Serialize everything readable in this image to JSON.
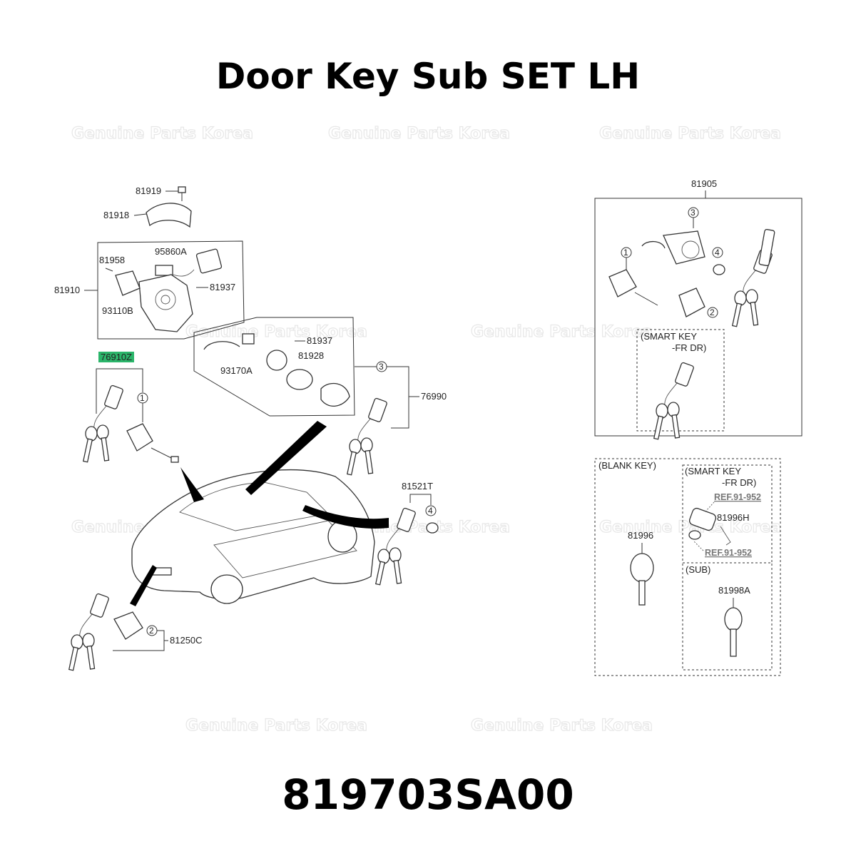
{
  "title": "Door Key Sub SET LH",
  "part_number": "819703SA00",
  "watermark": "Genuine Parts Korea",
  "labels": {
    "p81919": "81919",
    "p81918": "81918",
    "p95860A": "95860A",
    "p81958": "81958",
    "p81910": "81910",
    "p81937a": "81937",
    "p93110B": "93110B",
    "p76910Z": "76910Z",
    "p81937b": "81937",
    "p81928": "81928",
    "p93170A": "93170A",
    "p76990": "76990",
    "p81521T": "81521T",
    "p81250C": "81250C",
    "p81905": "81905",
    "smart_key_1": "(SMART KEY",
    "smart_key_1b": "-FR DR)",
    "blank_key": "(BLANK KEY)",
    "smart_key_2": "(SMART KEY",
    "smart_key_2b": "-FR DR)",
    "ref1": "REF.91-952",
    "p81996H": "81996H",
    "ref2": "REF.91-952",
    "p81996": "81996",
    "sub": "(SUB)",
    "p81998A": "81998A"
  },
  "callouts": {
    "c1": "1",
    "c2": "2",
    "c3": "3",
    "c4": "4",
    "r1": "1",
    "r2": "2",
    "r3": "3",
    "r4": "4"
  },
  "colors": {
    "highlight": "#2bb56a",
    "ink": "#222222",
    "ref": "#777777"
  }
}
